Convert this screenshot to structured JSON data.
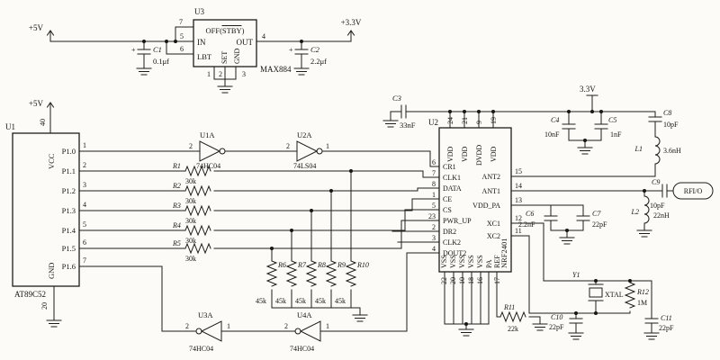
{
  "power": {
    "v5_top": "+5V",
    "v33_top": "+3.3V",
    "v5_mcu": "+5V",
    "v33_rf": "3.3V",
    "plus": "+"
  },
  "u3": {
    "ref": "U3",
    "part": "MAX884",
    "top_label": "OFF(STBY)",
    "in": "IN",
    "out": "OUT",
    "lbt": "LBT",
    "set": "SET",
    "gnd": "GND",
    "pin_top": "7",
    "pin_in": "5",
    "pin_lbt": "6",
    "pin_out": "4",
    "pin_b1": "1",
    "pin_b2": "2",
    "pin_b3": "3"
  },
  "u1": {
    "ref": "U1",
    "part": "AT89C52",
    "vcc": "VCC",
    "gnd": "GND",
    "pin_vcc": "40",
    "pin_gnd": "20",
    "ports": [
      {
        "label": "P1.0",
        "pin": "1"
      },
      {
        "label": "P1.1",
        "pin": "2"
      },
      {
        "label": "P1.2",
        "pin": "3"
      },
      {
        "label": "P1.3",
        "pin": "4"
      },
      {
        "label": "P1.4",
        "pin": "5"
      },
      {
        "label": "P1.5",
        "pin": "6"
      },
      {
        "label": "P1.6",
        "pin": "7"
      }
    ]
  },
  "gates": {
    "u1a": {
      "ref": "U1A",
      "part": "74HC04",
      "in": "2"
    },
    "u2a": {
      "ref": "U2A",
      "part": "74LS04",
      "in": "2",
      "out": "1"
    },
    "u3a": {
      "ref": "U3A",
      "part": "74HC04",
      "out": "2",
      "in": "1"
    },
    "u4a": {
      "ref": "U4A",
      "part": "74HC04",
      "out": "2",
      "in": "1"
    }
  },
  "resistors": {
    "series": [
      {
        "ref": "R1",
        "val": "30k"
      },
      {
        "ref": "R2",
        "val": "30k"
      },
      {
        "ref": "R3",
        "val": "30k"
      },
      {
        "ref": "R4",
        "val": "30k"
      },
      {
        "ref": "R5",
        "val": "30k"
      }
    ],
    "pulldown": [
      {
        "ref": "R6",
        "val": "45k"
      },
      {
        "ref": "R7",
        "val": "45k"
      },
      {
        "ref": "R8",
        "val": "45k"
      },
      {
        "ref": "R9",
        "val": "45k"
      },
      {
        "ref": "R10",
        "val": "45k"
      }
    ],
    "r11": {
      "ref": "R11",
      "val": "22k"
    },
    "r12": {
      "ref": "R12",
      "val": "1M"
    }
  },
  "u2": {
    "ref": "U2",
    "part": "NRF2401",
    "top": [
      {
        "l": "VDD",
        "n": "24"
      },
      {
        "l": "VDD",
        "n": "21"
      },
      {
        "l": "DVDD",
        "n": "9"
      },
      {
        "l": "VDD",
        "n": "19"
      }
    ],
    "left": [
      {
        "l": "CR1",
        "n": "6"
      },
      {
        "l": "CLK1",
        "n": "7"
      },
      {
        "l": "DATA",
        "n": "8"
      },
      {
        "l": "CE",
        "n": "1"
      },
      {
        "l": "CS",
        "n": "5"
      },
      {
        "l": "PWR_UP",
        "n": "23"
      },
      {
        "l": "DR2",
        "n": "2"
      },
      {
        "l": "CLK2",
        "n": "3"
      },
      {
        "l": "DOUT2",
        "n": "4"
      }
    ],
    "right": [
      {
        "l": "ANT2",
        "n": "15"
      },
      {
        "l": "ANT1",
        "n": "14"
      },
      {
        "l": "VDD_PA",
        "n": "13"
      },
      {
        "l": "XC1",
        "n": "12"
      },
      {
        "l": "XC2",
        "n": "11"
      }
    ],
    "bottom": [
      {
        "l": "VSS",
        "n": "22"
      },
      {
        "l": "VSS",
        "n": "20"
      },
      {
        "l": "VSS",
        "n": "10"
      },
      {
        "l": "VSS",
        "n": "18"
      },
      {
        "l": "VSS",
        "n": "16"
      },
      {
        "l": "PA",
        "n": ""
      },
      {
        "l": "REF",
        "n": "17"
      }
    ]
  },
  "caps": {
    "c1": {
      "ref": "C1",
      "val": "0.1μf"
    },
    "c2": {
      "ref": "C2",
      "val": "2.2μf"
    },
    "c3": {
      "ref": "C3",
      "val": "33nF"
    },
    "c4": {
      "ref": "C4",
      "val": "10nF"
    },
    "c5": {
      "ref": "C5",
      "val": "1nF"
    },
    "c6": {
      "ref": "C6",
      "val": "2.2nF"
    },
    "c7": {
      "ref": "C7",
      "val": "22pF"
    },
    "c8": {
      "ref": "C8",
      "val": "10pF"
    },
    "c9": {
      "ref": "C9",
      "val": "10pF"
    },
    "c10": {
      "ref": "C10",
      "val": "22pF"
    },
    "c11": {
      "ref": "C11",
      "val": "22pF"
    }
  },
  "inductors": {
    "l1": {
      "ref": "L1",
      "val": "3.6nH"
    },
    "l2": {
      "ref": "L2",
      "val": "22nH"
    }
  },
  "xtal": {
    "ref": "Y1",
    "label": "XTAL"
  },
  "rfio": "RFI/O"
}
